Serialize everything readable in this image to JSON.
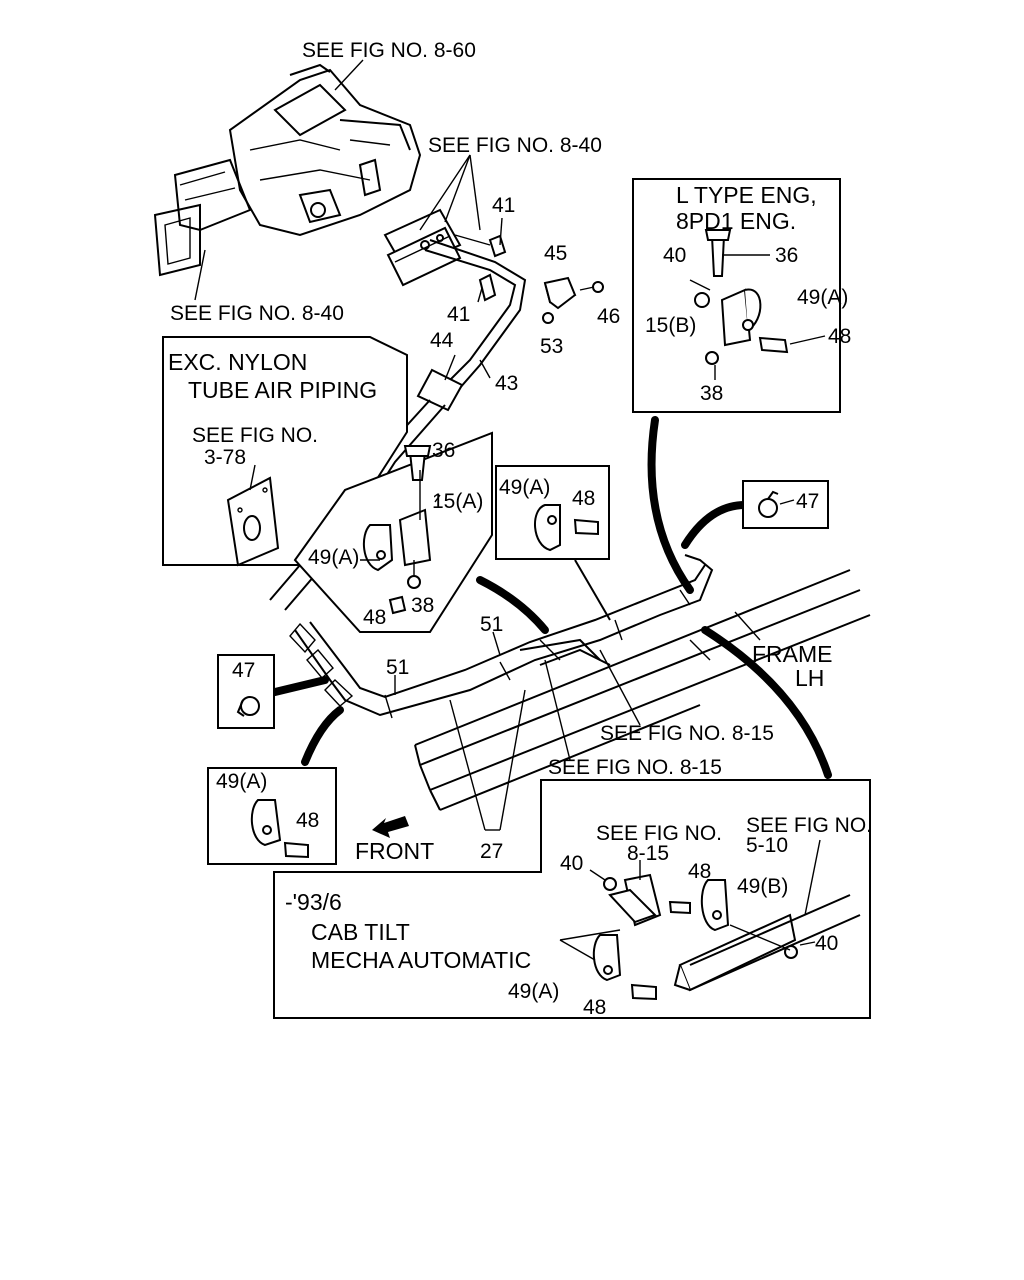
{
  "labels": {
    "fig_8_60": "SEE FIG NO. 8-60",
    "fig_8_40_top": "SEE FIG NO. 8-40",
    "fig_8_40_left": "SEE FIG NO. 8-40",
    "p41a": "41",
    "p41b": "41",
    "p45": "45",
    "p46": "46",
    "p53": "53",
    "p44": "44",
    "p43": "43",
    "p51a": "51",
    "p51b": "51",
    "p27": "27",
    "front": "FRONT",
    "frame_1": "FRAME",
    "frame_2": "LH",
    "fig_8_15_a": "SEE FIG NO. 8-15",
    "fig_8_15_b": "SEE FIG NO. 8-15"
  },
  "ltype_box": {
    "title_1": "L TYPE ENG,",
    "title_2": "8PD1 ENG.",
    "p40": "40",
    "p36": "36",
    "p49a": "49(A)",
    "p15b": "15(B)",
    "p48": "48",
    "p38": "38"
  },
  "nylon_box": {
    "title_1": "EXC. NYLON",
    "title_2": "TUBE AIR PIPING",
    "ref_1": "SEE FIG NO.",
    "ref_2": "3-78"
  },
  "mid_box": {
    "p36": "36",
    "p15a": "15(A)",
    "p49a": "49(A)",
    "p38": "38",
    "p48": "48"
  },
  "small_box_center": {
    "p49a": "49(A)",
    "p48": "48"
  },
  "small_box_47_right": {
    "p47": "47"
  },
  "small_box_47_left": {
    "p47": "47"
  },
  "small_box_left": {
    "p49a": "49(A)",
    "p48": "48"
  },
  "cab_box": {
    "title_1": "-'93/6",
    "title_2": "CAB TILT",
    "title_3": "MECHA AUTOMATIC",
    "ref_a1": "SEE FIG NO.",
    "ref_a2": "8-15",
    "ref_b1": "SEE FIG NO.",
    "ref_b2": "5-10",
    "p40a": "40",
    "p48a": "48",
    "p49b": "49(B)",
    "p40b": "40",
    "p49a": "49(A)",
    "p48b": "48"
  }
}
